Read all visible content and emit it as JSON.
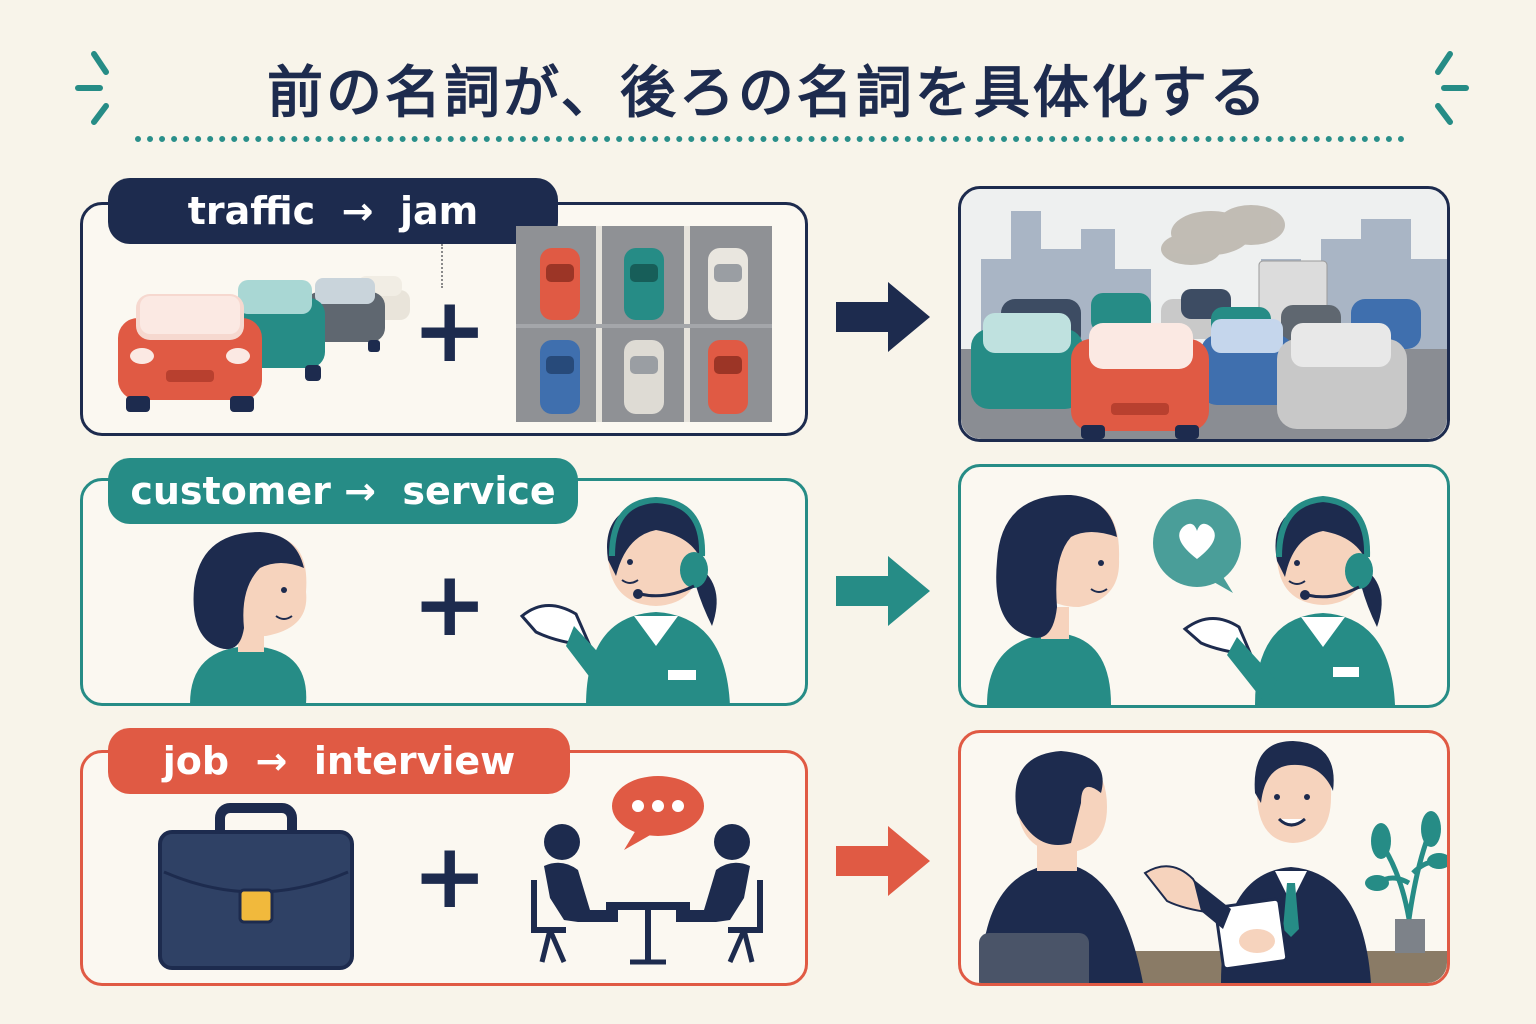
{
  "title": "前の名詞が、後ろの名詞を具体化する",
  "colors": {
    "navy": "#1d2b4e",
    "teal": "#268c86",
    "red": "#e05a44",
    "background": "#f8f4ea"
  },
  "rows": [
    {
      "label": "traffic  →  jam",
      "first_word": "traffic",
      "second_word": "jam",
      "accent": "#1d2b4e",
      "icons": [
        "cars-in-line-illustration",
        "parked-cars-grid-illustration",
        "traffic-jam-scene"
      ]
    },
    {
      "label": "customer →  service",
      "first_word": "customer",
      "second_word": "service",
      "accent": "#268c86",
      "icons": [
        "customer-woman-illustration",
        "call-center-agent-illustration",
        "customer-service-conversation-scene"
      ]
    },
    {
      "label": "job  →  interview",
      "first_word": "job",
      "second_word": "interview",
      "accent": "#e05a44",
      "icons": [
        "briefcase-icon",
        "two-people-talking-icon",
        "job-interview-scene"
      ]
    }
  ],
  "operator": "+"
}
